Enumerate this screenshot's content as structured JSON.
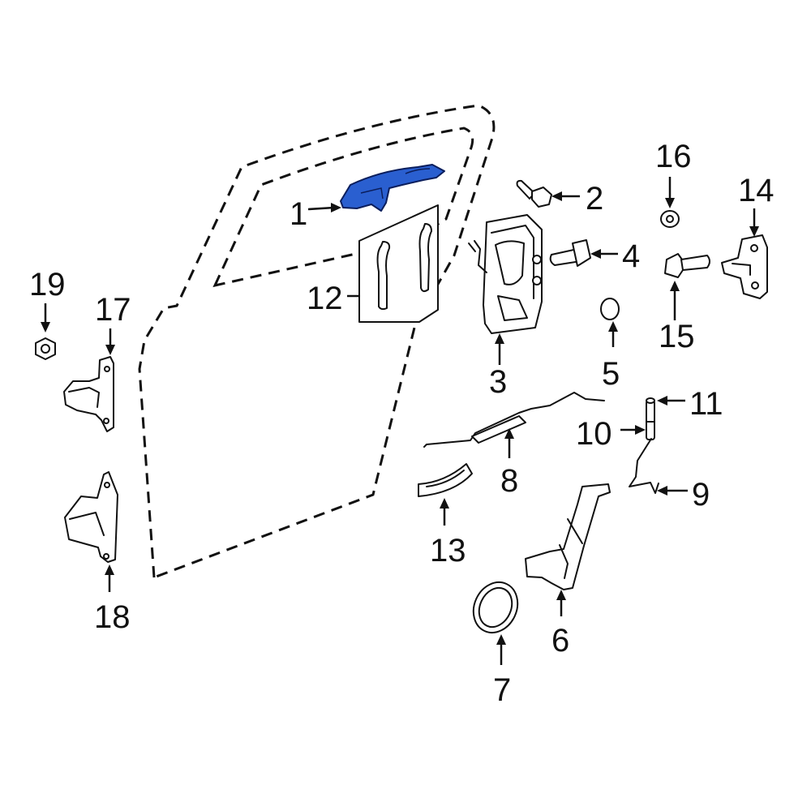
{
  "diagram": {
    "highlight_color": "#2a5fd0",
    "line_color": "#111111",
    "callouts": [
      {
        "id": "1",
        "label": "1",
        "part": "exterior-door-handle",
        "highlighted": true
      },
      {
        "id": "2",
        "label": "2",
        "part": "bolt"
      },
      {
        "id": "3",
        "label": "3",
        "part": "door-latch"
      },
      {
        "id": "4",
        "label": "4",
        "part": "screw"
      },
      {
        "id": "5",
        "label": "5",
        "part": "plug"
      },
      {
        "id": "6",
        "label": "6",
        "part": "door-lock-actuator-bracket"
      },
      {
        "id": "7",
        "label": "7",
        "part": "grommet"
      },
      {
        "id": "8",
        "label": "8",
        "part": "lock-rod"
      },
      {
        "id": "9",
        "label": "9",
        "part": "lock-link"
      },
      {
        "id": "10",
        "label": "10",
        "part": "pin"
      },
      {
        "id": "11",
        "label": "11",
        "part": "clip"
      },
      {
        "id": "12",
        "label": "12",
        "part": "handle-gasket-kit"
      },
      {
        "id": "13",
        "label": "13",
        "part": "shield"
      },
      {
        "id": "14",
        "label": "14",
        "part": "door-striker"
      },
      {
        "id": "15",
        "label": "15",
        "part": "striker-bolt"
      },
      {
        "id": "16",
        "label": "16",
        "part": "washer"
      },
      {
        "id": "17",
        "label": "17",
        "part": "upper-hinge"
      },
      {
        "id": "18",
        "label": "18",
        "part": "lower-hinge"
      },
      {
        "id": "19",
        "label": "19",
        "part": "nut"
      }
    ]
  }
}
